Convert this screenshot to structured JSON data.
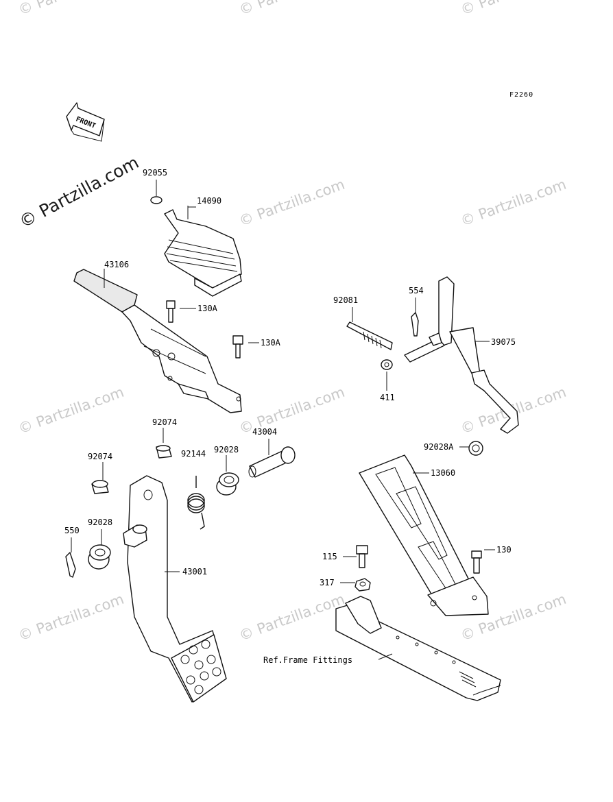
{
  "diagram_code": "F2260",
  "front_arrow_label": "FRONT",
  "copyright_main": "© Partzilla.com",
  "watermark_text": "© Partzilla.com",
  "labels": {
    "p92055": "92055",
    "p14090": "14090",
    "p43106": "43106",
    "p130A_1": "130A",
    "p130A_2": "130A",
    "p92081": "92081",
    "p554": "554",
    "p39075": "39075",
    "p411": "411",
    "p92074_a": "92074",
    "p92074_b": "92074",
    "p92144": "92144",
    "p92028_a": "92028",
    "p43004": "43004",
    "p92028A": "92028A",
    "p13060": "13060",
    "p550": "550",
    "p92028_b": "92028",
    "p43001": "43001",
    "p115": "115",
    "p130": "130",
    "p317": "317",
    "ref_frame": "Ref.Frame Fittings"
  }
}
